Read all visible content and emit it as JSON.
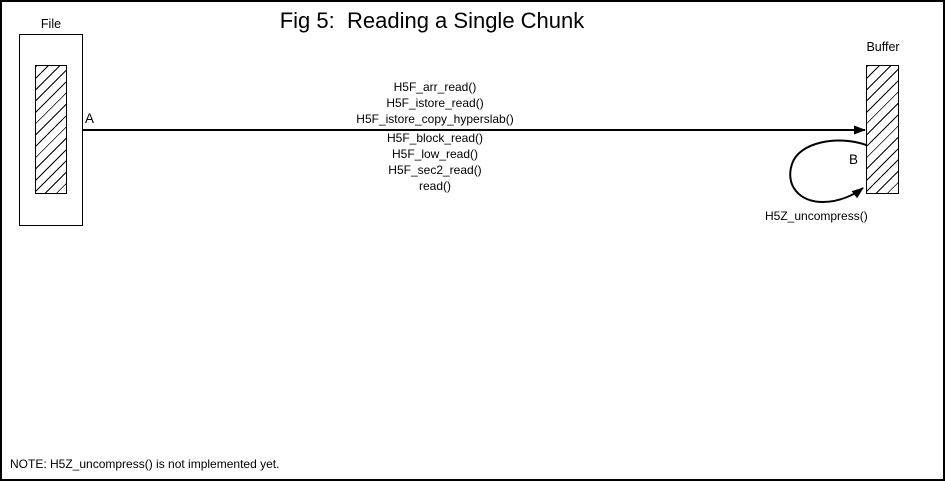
{
  "title": "Fig 5:  Reading a Single Chunk",
  "file": {
    "label": "File"
  },
  "buffer": {
    "label": "Buffer"
  },
  "read_path": {
    "arrow_label": "A",
    "calls_above_arrow": [
      "H5F_arr_read()",
      "H5F_istore_read()",
      "H5F_istore_copy_hyperslab()"
    ],
    "calls_below_arrow": [
      "H5F_block_read()",
      "H5F_low_read()",
      "H5F_sec2_read()",
      "read()"
    ]
  },
  "uncompress_loop": {
    "arrow_label": "B",
    "call": "H5Z_uncompress()"
  },
  "note": "NOTE: H5Z_uncompress() is not implemented yet.",
  "colors": {
    "ink": "#000000",
    "background": "#ffffff"
  }
}
